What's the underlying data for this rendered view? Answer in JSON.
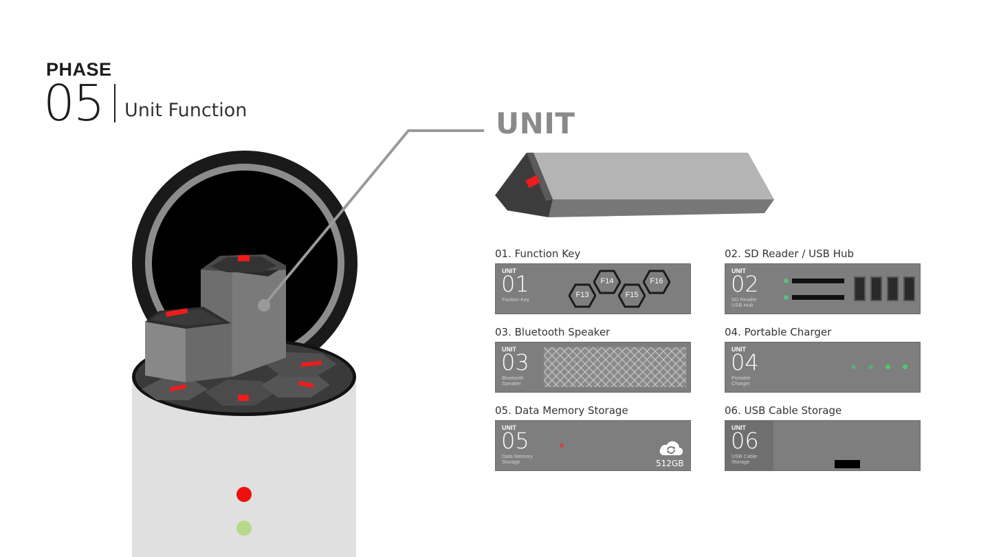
{
  "header": {
    "phase_label": "PHASE",
    "phase_number": "05",
    "subtitle": "Unit Function"
  },
  "unit_heading": "UNIT",
  "colors": {
    "accent_red": "#ee1c1c",
    "led_green": "#4cc96a",
    "card_gray": "#7e7e7e",
    "device_body": "#e0e0e0"
  },
  "cards": [
    {
      "title": "01. Function Key",
      "tag": "UNIT",
      "number": "01",
      "caption": "Funtion Key",
      "keys": [
        "F13",
        "F14",
        "F15",
        "F16"
      ]
    },
    {
      "title": "02. SD Reader / USB Hub",
      "tag": "UNIT",
      "number": "02",
      "caption": "SD Reader\nUSB Hub"
    },
    {
      "title": "03. Bluetooth Speaker",
      "tag": "UNIT",
      "number": "03",
      "caption": "Bluetooth\nSpeaker"
    },
    {
      "title": "04. Portable Charger",
      "tag": "UNIT",
      "number": "04",
      "caption": "Portable\nCharger"
    },
    {
      "title": "05. Data Memory Storage",
      "tag": "UNIT",
      "number": "05",
      "caption": "Data Memory\nStorage",
      "capacity": "512GB",
      "icon": "cloud-sync-icon"
    },
    {
      "title": "06. USB Cable Storage",
      "tag": "UNIT",
      "number": "06",
      "caption": "USB Cable\nStorage"
    }
  ]
}
